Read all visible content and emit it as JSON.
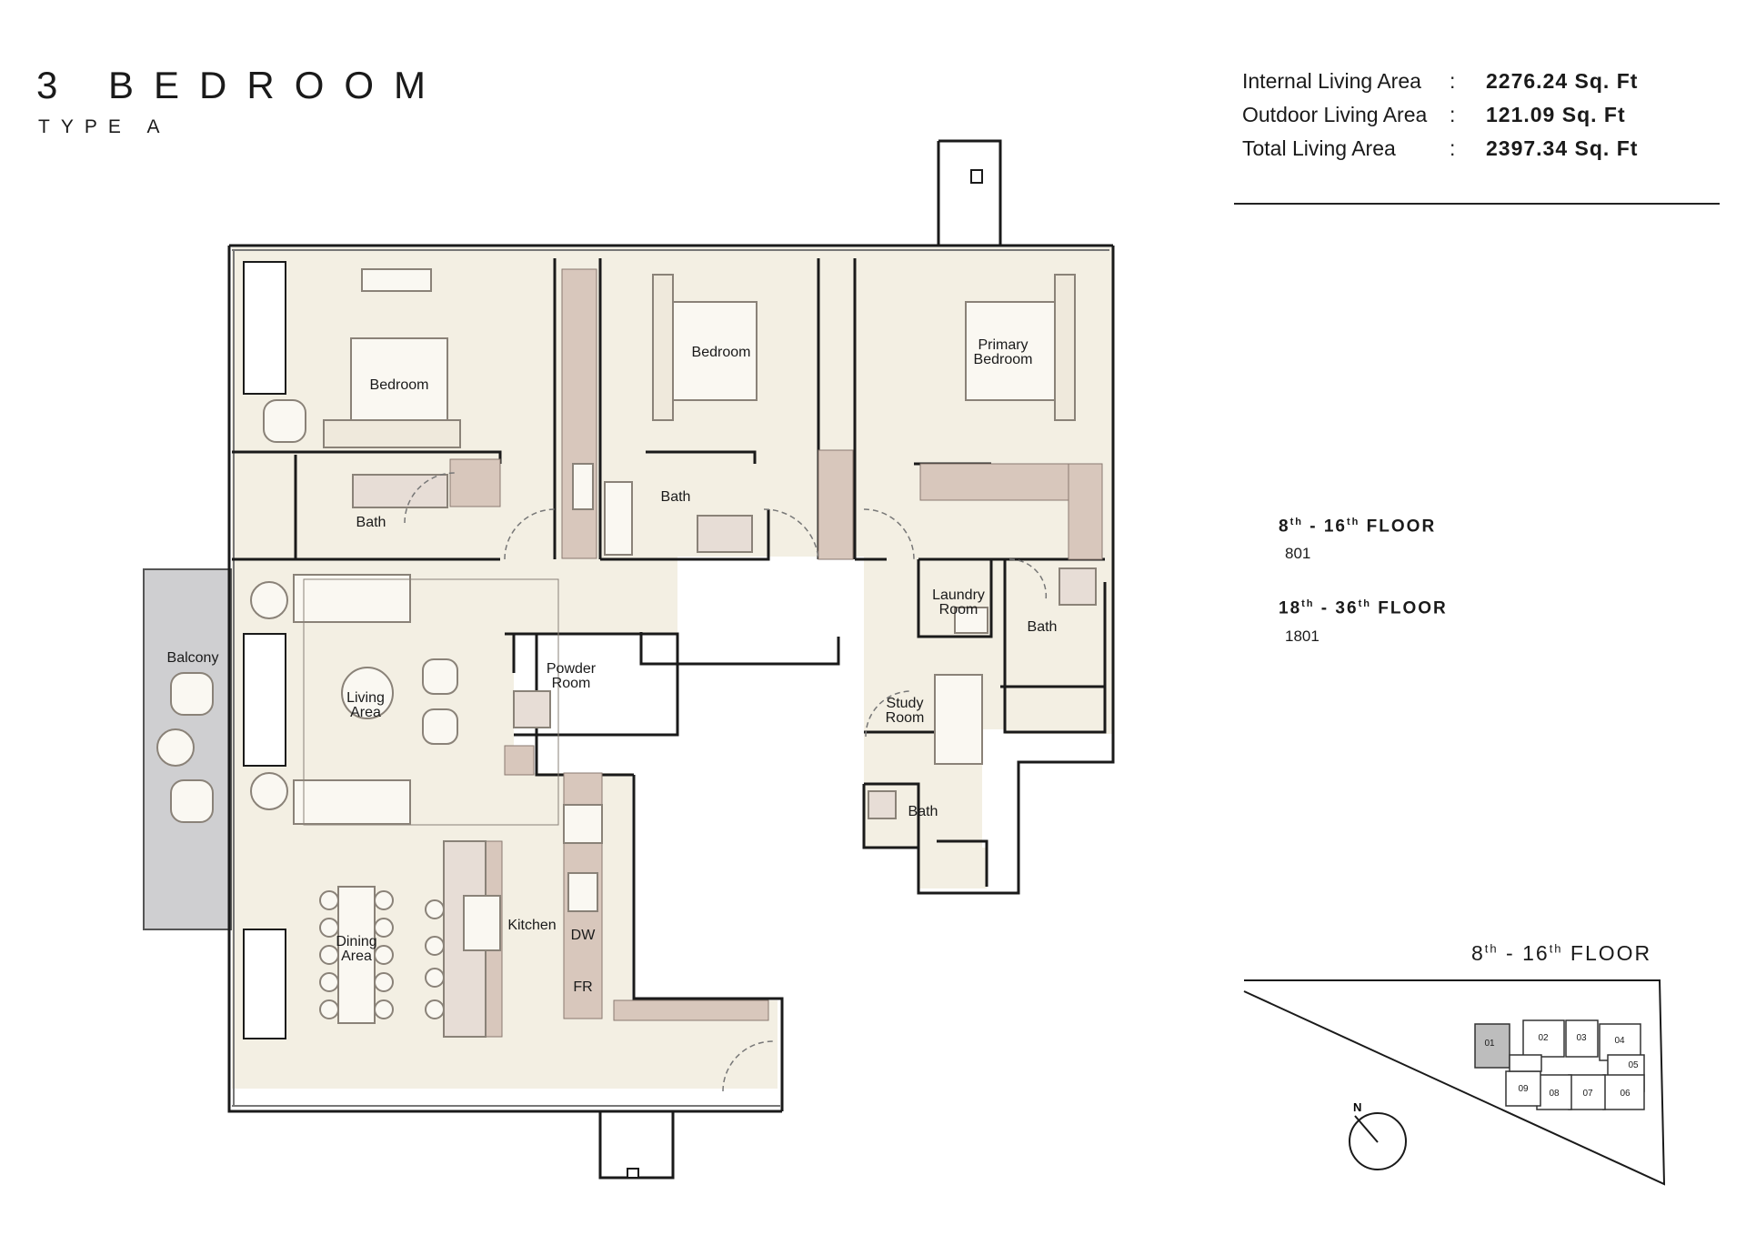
{
  "header": {
    "title": "3 BEDROOM",
    "subtitle": "TYPE A"
  },
  "areas": [
    {
      "label": "Internal Living Area",
      "sep": ":",
      "value": "2276.24 Sq. Ft"
    },
    {
      "label": "Outdoor Living Area",
      "sep": ":",
      "value": "121.09 Sq. Ft"
    },
    {
      "label": "Total Living Area",
      "sep": ":",
      "value": "2397.34 Sq. Ft"
    }
  ],
  "floors": [
    {
      "from": "8",
      "from_sup": "th",
      "dash": " - ",
      "to": "16",
      "to_sup": "th",
      "word": " FLOOR",
      "unit": "801"
    },
    {
      "from": "18",
      "from_sup": "th",
      "dash": " - ",
      "to": "36",
      "to_sup": "th",
      "word": " FLOOR",
      "unit": "1801"
    }
  ],
  "rooms": {
    "bedroom_1": "Bedroom",
    "bedroom_2": "Bedroom",
    "primary_bedroom": [
      "Primary",
      "Bedroom"
    ],
    "bath_1": "Bath",
    "bath_2": "Bath",
    "bath_3": "Bath",
    "bath_4": "Bath",
    "laundry": [
      "Laundry",
      "Room"
    ],
    "powder": [
      "Powder",
      "Room"
    ],
    "living": [
      "Living",
      "Area"
    ],
    "study": [
      "Study",
      "Room"
    ],
    "balcony": "Balcony",
    "dining": [
      "Dining",
      "Area"
    ],
    "kitchen": "Kitchen",
    "dw": "DW",
    "fr": "FR"
  },
  "key_plan": {
    "title_from": "8",
    "title_from_sup": "th",
    "title_dash": " - ",
    "title_to": "16",
    "title_to_sup": "th",
    "title_word": " FLOOR",
    "units": [
      "01",
      "02",
      "03",
      "04",
      "05",
      "06",
      "07",
      "08",
      "09"
    ],
    "highlight_unit": "01",
    "north": "N"
  },
  "colors": {
    "floor_fill": "#f3efe3",
    "cabinet_fill": "#d8c7bc",
    "balcony_fill": "#cfcfd1",
    "wall": "#1a1a1a",
    "furniture_line": "#8a8278"
  }
}
